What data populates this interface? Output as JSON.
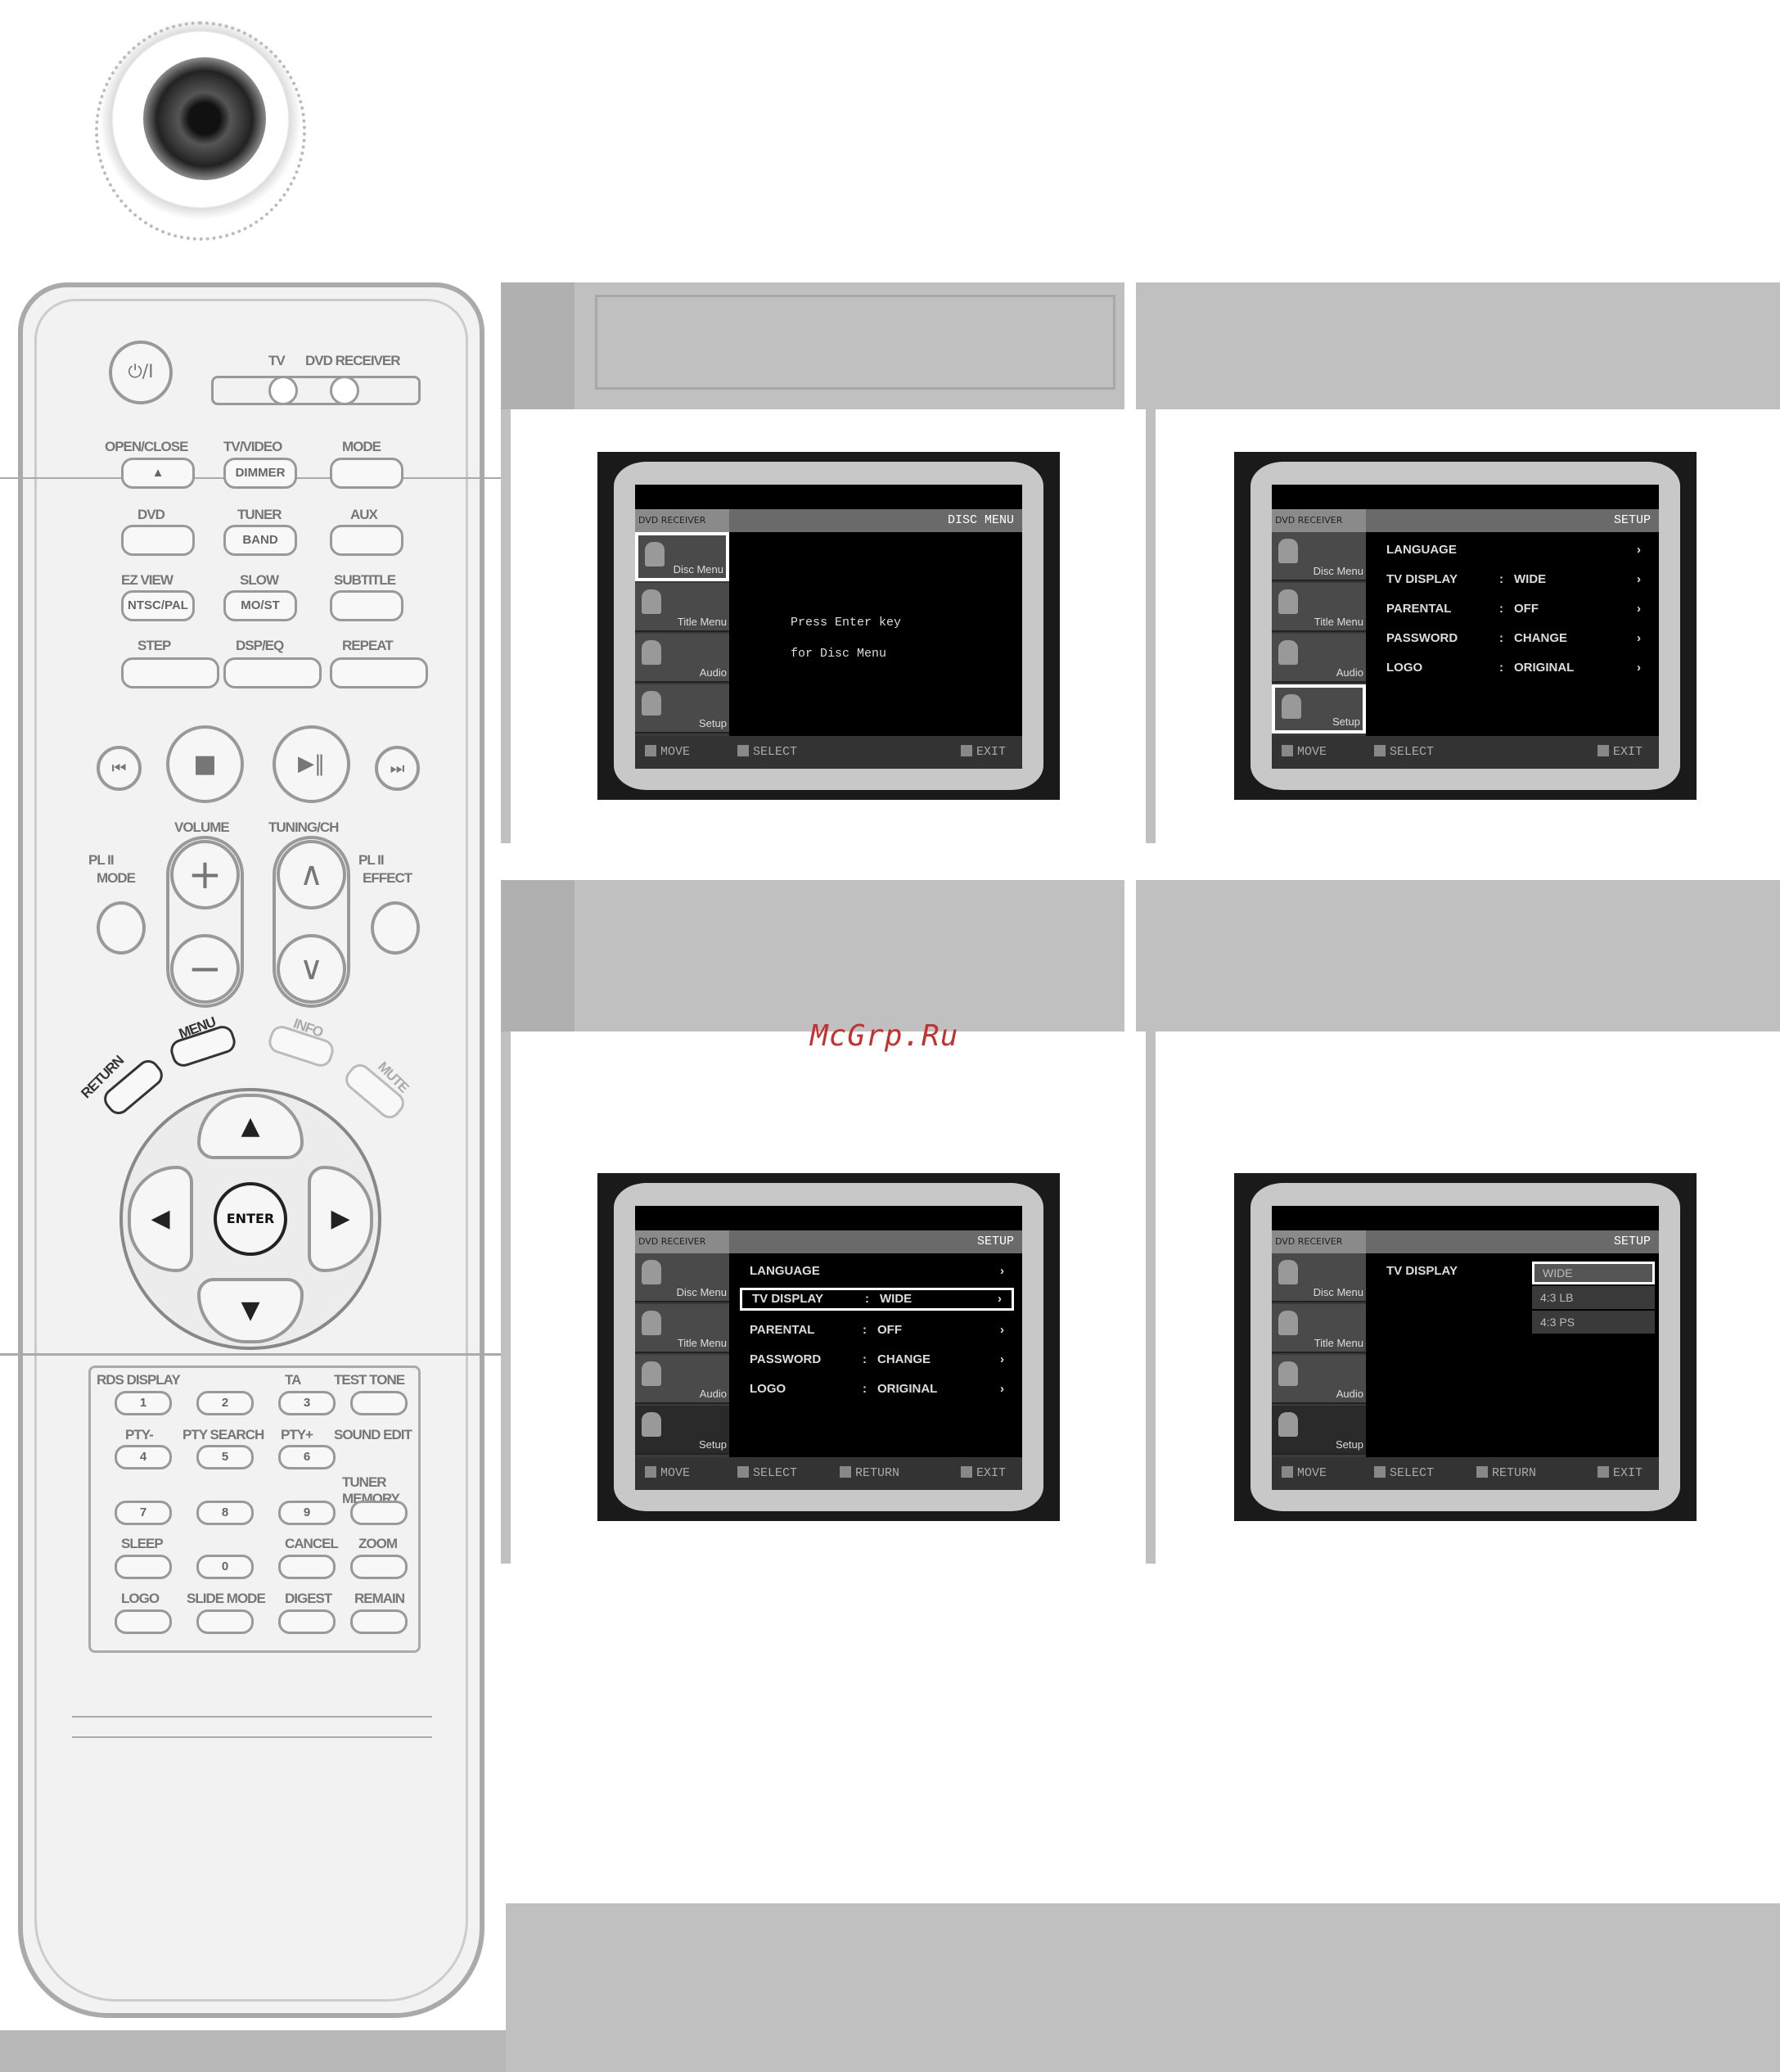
{
  "remote": {
    "power_label": "⏻/I",
    "selector": [
      "TV",
      "DVD RECEIVER"
    ],
    "row1_labels": [
      "OPEN/CLOSE",
      "TV/VIDEO",
      "MODE"
    ],
    "row1_buttons": [
      "▲",
      "DIMMER",
      ""
    ],
    "row2_labels": [
      "DVD",
      "TUNER",
      "AUX"
    ],
    "row2_buttons": [
      "",
      "BAND",
      ""
    ],
    "row3_labels": [
      "EZ VIEW",
      "SLOW",
      "SUBTITLE"
    ],
    "row3_buttons": [
      "NTSC/PAL",
      "MO/ST",
      ""
    ],
    "row4_labels": [
      "STEP",
      "DSP/EQ",
      "REPEAT"
    ],
    "transport": [
      "⏮",
      "■",
      "▶‖",
      "⏭"
    ],
    "volume_label": "VOLUME",
    "tuning_label": "TUNING/CH",
    "pl_mode": [
      "PL II",
      "MODE"
    ],
    "pl_effect": [
      "PL II",
      "EFFECT"
    ],
    "vol_plus": "+",
    "vol_minus": "−",
    "ch_up": "∧",
    "ch_down": "∨",
    "menu_label": "MENU",
    "info_label": "INFO",
    "return_label": "RETURN",
    "mute_label": "MUTE",
    "enter_label": "ENTER",
    "nav": [
      "▲",
      "◀",
      "▶",
      "▼"
    ],
    "keypad_labels": [
      "RDS DISPLAY",
      "TA",
      "TEST TONE",
      "PTY-",
      "PTY SEARCH",
      "PTY+",
      "SOUND EDIT",
      "TUNER MEMORY",
      "SLEEP",
      "CANCEL",
      "ZOOM",
      "LOGO",
      "SLIDE MODE",
      "DIGEST",
      "REMAIN"
    ],
    "keypad_digits": [
      "1",
      "2",
      "3",
      "4",
      "5",
      "6",
      "7",
      "8",
      "9",
      "0"
    ]
  },
  "screens": {
    "s1": {
      "title_left": "DVD RECEIVER",
      "title_right": "DISC MENU",
      "side": [
        "Disc Menu",
        "Title Menu",
        "Audio",
        "Setup"
      ],
      "message": [
        "Press Enter key",
        "for Disc Menu"
      ],
      "footer": [
        "MOVE",
        "SELECT",
        "EXIT"
      ]
    },
    "s2": {
      "title_left": "DVD RECEIVER",
      "title_right": "SETUP",
      "side": [
        "Disc Menu",
        "Title Menu",
        "Audio",
        "Setup"
      ],
      "rows": [
        {
          "k": "LANGUAGE",
          "v": ""
        },
        {
          "k": "TV DISPLAY",
          "v": "WIDE"
        },
        {
          "k": "PARENTAL",
          "v": "OFF"
        },
        {
          "k": "PASSWORD",
          "v": "CHANGE"
        },
        {
          "k": "LOGO",
          "v": "ORIGINAL"
        }
      ],
      "footer": [
        "MOVE",
        "SELECT",
        "EXIT"
      ]
    },
    "s3": {
      "title_left": "DVD RECEIVER",
      "title_right": "SETUP",
      "side": [
        "Disc Menu",
        "Title Menu",
        "Audio",
        "Setup"
      ],
      "rows": [
        {
          "k": "LANGUAGE",
          "v": ""
        },
        {
          "k": "TV DISPLAY",
          "v": "WIDE"
        },
        {
          "k": "PARENTAL",
          "v": "OFF"
        },
        {
          "k": "PASSWORD",
          "v": "CHANGE"
        },
        {
          "k": "LOGO",
          "v": "ORIGINAL"
        }
      ],
      "footer": [
        "MOVE",
        "SELECT",
        "RETURN",
        "EXIT"
      ]
    },
    "s4": {
      "title_left": "DVD RECEIVER",
      "title_right": "SETUP",
      "side": [
        "Disc Menu",
        "Title Menu",
        "Audio",
        "Setup"
      ],
      "item": "TV DISPLAY",
      "options": [
        "WIDE",
        "4:3 LB",
        "4:3 PS"
      ],
      "footer": [
        "MOVE",
        "SELECT",
        "RETURN",
        "EXIT"
      ]
    }
  },
  "watermark": "McGrp.Ru",
  "colors": {
    "panel_gray": "#c0c0c0",
    "watermark_red": "#c83030"
  }
}
